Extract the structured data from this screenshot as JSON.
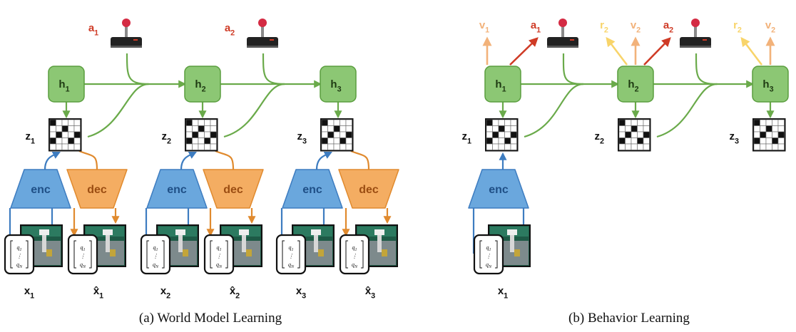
{
  "colors": {
    "h_fill": "#8cc774",
    "h_stroke": "#5a9e3e",
    "green_arrow": "#6aaa4a",
    "enc_fill": "#6aa7dd",
    "enc_stroke": "#3d7cc0",
    "enc_text": "#1f4f86",
    "dec_fill": "#f4ad62",
    "dec_stroke": "#e08a2e",
    "dec_text": "#9b4d12",
    "action": "#cf3b26",
    "value": "#f2b27a",
    "reward": "#f8d46a"
  },
  "icons": {
    "joystick": "joystick-icon",
    "grid": "latent-grid-icon",
    "image": "robot-image-icon"
  },
  "panel_a": {
    "caption": "(a) World Model Learning",
    "enc": "enc",
    "dec": "dec",
    "h": [
      {
        "b": "h",
        "s": "1"
      },
      {
        "b": "h",
        "s": "2"
      },
      {
        "b": "h",
        "s": "3"
      }
    ],
    "z": [
      {
        "b": "z",
        "s": "1"
      },
      {
        "b": "z",
        "s": "2"
      },
      {
        "b": "z",
        "s": "3"
      }
    ],
    "a": [
      {
        "b": "a",
        "s": "1"
      },
      {
        "b": "a",
        "s": "2"
      }
    ],
    "x": [
      {
        "b": "x",
        "s": "1"
      },
      {
        "b": "x",
        "s": "2"
      },
      {
        "b": "x",
        "s": "3"
      }
    ],
    "xhat": [
      {
        "b": "x̂",
        "s": "1"
      },
      {
        "b": "x̂",
        "s": "2"
      },
      {
        "b": "x̂",
        "s": "3"
      }
    ]
  },
  "panel_b": {
    "caption": "(b) Behavior Learning",
    "enc": "enc",
    "h": [
      {
        "b": "h",
        "s": "1"
      },
      {
        "b": "h",
        "s": "2"
      },
      {
        "b": "h",
        "s": "3"
      }
    ],
    "z": [
      {
        "b": "z",
        "s": "1"
      },
      {
        "b": "z",
        "s": "2"
      },
      {
        "b": "z",
        "s": "3"
      }
    ],
    "x": [
      {
        "b": "x",
        "s": "1"
      }
    ],
    "outputs": [
      {
        "b": "v",
        "s": "1"
      },
      {
        "b": "a",
        "s": "1"
      },
      {
        "b": "r",
        "s": "2"
      },
      {
        "b": "v",
        "s": "2"
      },
      {
        "b": "a",
        "s": "2"
      },
      {
        "b": "r",
        "s": "2"
      },
      {
        "b": "v",
        "s": "2"
      }
    ]
  },
  "vector": {
    "top": "q",
    "top_sub": "1",
    "dots": "⋮",
    "bot": "q",
    "bot_sub": "N"
  }
}
